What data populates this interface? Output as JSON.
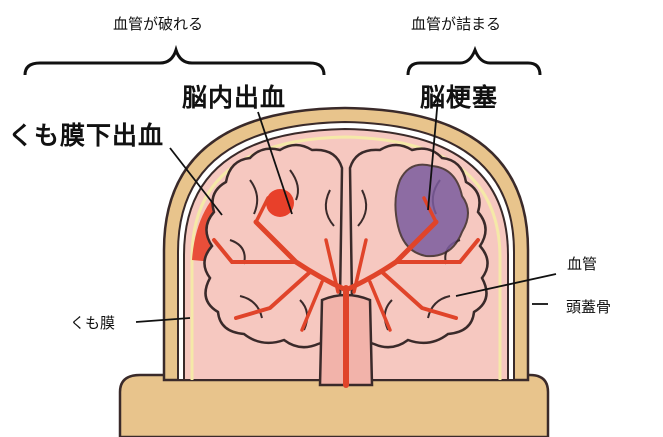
{
  "group_labels": {
    "rupture": "血管が破れる",
    "blockage": "血管が詰まる"
  },
  "types": {
    "intracerebral_hemorrhage": "脳内出血",
    "subarachnoid_hemorrhage": "くも膜下出血",
    "cerebral_infarction": "脳梗塞"
  },
  "parts": {
    "arachnoid": "くも膜",
    "blood_vessel": "血管",
    "skull": "頭蓋骨"
  },
  "colors": {
    "skull": "#e8c48c",
    "brain": "#f6c8c0",
    "brain_outline": "#3a2a2a",
    "vessel": "#e0442a",
    "arachnoid_line": "#f5e9a8",
    "infarction": "#7b5c9e",
    "hemorrhage": "#e8402a"
  }
}
